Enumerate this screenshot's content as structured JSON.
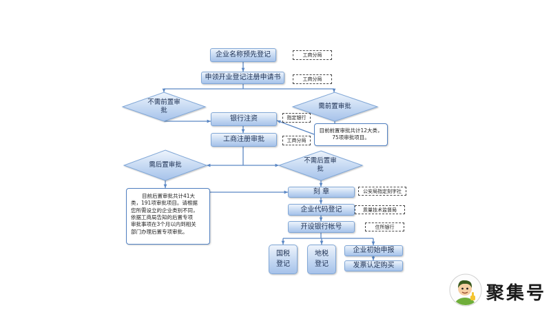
{
  "nodes": {
    "name_preregistration": "企业名称预先登记",
    "apply_registration_form": "申领开业登记注册申请书",
    "no_pre_approval": [
      "不需前置审",
      "批"
    ],
    "pre_approval": "需前置审批",
    "bank_capital": "银行注资",
    "business_registration_approval": "工商注册审批",
    "post_approval": "需后置审批",
    "no_post_approval": [
      "不需后置审",
      "批"
    ],
    "seal_carving": "刻 章",
    "org_code_registration": "企业代码登记",
    "open_bank_account": "开设银行帐号",
    "national_tax_registration": [
      "国税",
      "登记"
    ],
    "local_tax_registration": [
      "地税",
      "登记"
    ],
    "initial_declaration": "企业初始申报",
    "invoice_purchase": "发票认定购买"
  },
  "notes": {
    "name_preregistration": "工商分局",
    "apply_registration_form": "工商分局",
    "bank_capital": "指定银行",
    "business_registration_approval": "工商分局",
    "seal_carving": "公安局指定刻字社",
    "org_code_registration": "质量技术监督局",
    "open_bank_account": "住所银行"
  },
  "info": {
    "pre_approval": [
      "目前前置审批共计12大类，",
      "75项审批项目。"
    ],
    "post_approval": [
      "目前后置审批共计41大",
      "类，191项审批项目。请根据",
      "您所需设立的企业类别不同，",
      "依据工商局告知的后置专项",
      "审批事项在3个月以内到相关",
      "部门办理后置专项审批。"
    ]
  },
  "logo": {
    "brand_text": "聚集号",
    "icon": "cartoon-avatar-thumbs-up-icon"
  },
  "colors": {
    "node_fill_top": "#eef4fc",
    "node_fill_bottom": "#a6c2ea",
    "node_border": "#7fa6d6",
    "connector": "#5a87c4",
    "note_border": "#444444",
    "info_border": "#4f7fc0"
  }
}
